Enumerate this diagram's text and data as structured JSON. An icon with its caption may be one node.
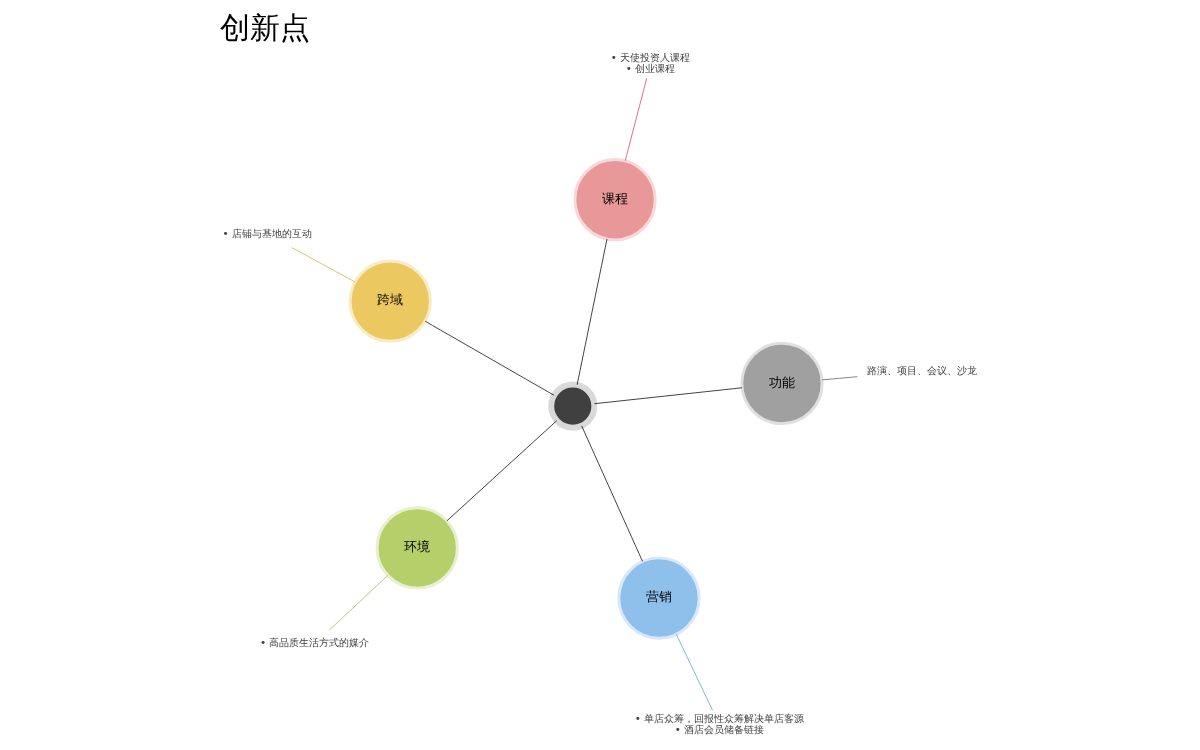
{
  "diagram": {
    "title": "创新点",
    "nodes": [
      {
        "text": [],
        "shape": "circle"
      },
      {
        "text": [
          "环境"
        ]
      },
      {
        "text": [
          "营销"
        ]
      },
      {
        "text": [
          "跨域"
        ]
      },
      {
        "text": [
          "功能"
        ]
      },
      {
        "text": [
          "课程"
        ]
      },
      {
        "text": [
          "• 高品质生活方式的媒介"
        ]
      },
      {
        "text": [
          "• 单店众筹，回报性众筹解决单店客源",
          "• 酒店会员储备链接"
        ]
      },
      {
        "text": [
          "• 店铺与基地的互动"
        ]
      },
      {
        "text": [
          "路演、项目、会议、沙龙"
        ]
      },
      {
        "text": [
          "• 天使投资人课程",
          "• 创业课程"
        ]
      }
    ],
    "edges": [
      {
        "from": 0,
        "to": 1,
        "arrow": "none"
      },
      {
        "from": 0,
        "to": 2,
        "arrow": "none"
      },
      {
        "from": 0,
        "to": 3,
        "arrow": "none"
      },
      {
        "from": 0,
        "to": 4,
        "arrow": "none"
      },
      {
        "from": 0,
        "to": 5,
        "arrow": "none"
      },
      {
        "from": 6,
        "to": 1,
        "arrow": "none",
        "color": "#9bbb59"
      },
      {
        "from": 7,
        "to": 2,
        "arrow": "none",
        "color": "#4f9fd8"
      },
      {
        "from": 8,
        "to": 3,
        "arrow": "none",
        "color": "#d8b030"
      },
      {
        "from": 9,
        "to": 4,
        "arrow": "none",
        "color": "#595959"
      },
      {
        "from": 10,
        "to": 5,
        "arrow": "none",
        "color": "#d04050"
      }
    ]
  }
}
